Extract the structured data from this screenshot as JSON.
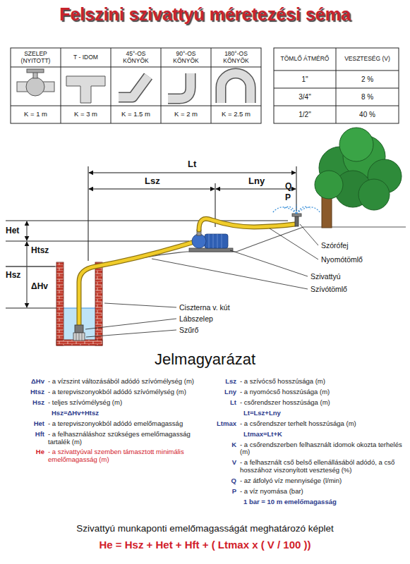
{
  "diagram": {
    "title": "Felszini szivattyú méretezési séma",
    "labels": [
      "SZELEP (NYITOTT)",
      "T - IDOM",
      "45°-OS KÖNYÖK",
      "90°-OS KÖNYÖK",
      "180°-OS KÖNYÖK",
      "K = 1 m",
      "K = 3 m",
      "K = 1.5 m",
      "K = 2 m",
      "K = 2.5 m",
      "TÖMLŐ ÁTMÉRŐ",
      "VESZTESÉG (V)",
      "1\"",
      "2 %",
      "3/4\"",
      "8 %",
      "1/2\"",
      "40 %",
      "Lt",
      "Lsz",
      "Lny",
      "Q",
      "P",
      "Het",
      "Htsz",
      "Hsz",
      "ΔHv",
      "Szórófej",
      "Nyomótömlő",
      "Szivattyú",
      "Szívótömlő",
      "Ciszterna v. kút",
      "Lábszelep",
      "Szűrő",
      "Jelmagyarázat",
      "ΔHv",
      "- a vízszint változásából adódó szívómélység (m)",
      "Htsz",
      "- a terepviszonyokból adódó szívómélység (m)",
      "Hsz",
      "- teljes szívómélység (m)",
      "Hsz=ΔHv+Htsz",
      "Het",
      "- a terepviszonyokból adódó emelőmagasság",
      "Hft",
      "- a felhasználáshoz szükséges emelőmagasság tartalék (m)",
      "He",
      "- a szivattyúval szemben támasztott minimális emelőmagasság (m)",
      "Lsz",
      "- a szívócső hosszúsága (m)",
      "Lny",
      "- a nyomócső hosszúsága (m)",
      "Lt",
      "- csőrendszer hosszúsága (m)",
      "Lt=Lsz+Lny",
      "Ltmax",
      "- a csőrendszer terhelt hosszúsága (m)",
      "Ltmax=Lt+K",
      "K",
      "- a csőrendszerben felhasznált idomok okozta terhelés (m)",
      "V",
      "- a felhasznált cső belső ellenállásából adódó, a cső hosszához viszonyított veszteség (%)",
      "Q",
      "- az átfolyó víz mennyisége (l/min)",
      "P",
      "- a víz nyomása (bar)",
      "1 bar = 10 m emelőmagasság",
      "Szivattyú munkaponti emelőmagasságát meghatározó képlet",
      "He = Hsz + Het + Hft + ( Ltmax x ( V / 100 ))"
    ]
  }
}
